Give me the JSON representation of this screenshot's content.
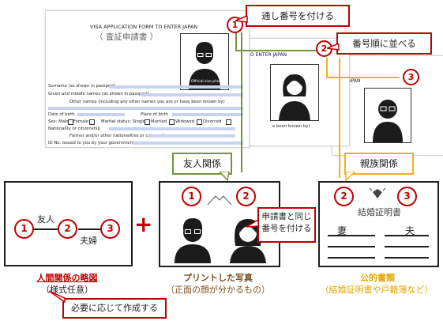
{
  "form_main": {
    "title": "VISA APPLICATION FORM TO ENTER JAPAN",
    "subtitle": "（ 査証申請書 ）",
    "photo_caption": "Official size photo",
    "fields": [
      "Surname (as shown in passport)",
      "Given and middle names (as shown in passport)",
      "Other names (including any other names you are or have been known by)",
      "Date of birth",
      "Place of birth",
      "Sex: Male",
      "Female",
      "Marital status: Single",
      "Married",
      "Widowed",
      "Divorced",
      "Nationality or citizenship",
      "Former and/or other nationalities or citizenships",
      "ID No. issued to you by your government"
    ]
  },
  "form_second": {
    "title_fragment": "O ENTER JAPAN",
    "field_fragment": "e been known by)"
  },
  "form_third": {
    "title_fragment": "ER JAPAN"
  },
  "callouts": {
    "serial": "通し番号を付ける",
    "order": "番号順に並べる",
    "same_number": "申請書と同じ\n番号を付ける",
    "optional_make": "必要に応じて作成する"
  },
  "tags": {
    "friend": "友人関係",
    "relative": "親族関係"
  },
  "numbers": [
    "1",
    "2",
    "3"
  ],
  "panel_left": {
    "friend_label": "友人",
    "couple_label": "夫婦"
  },
  "panel_right": {
    "doc_title": "結婚証明書",
    "wife": "妻",
    "husband": "夫"
  },
  "captions": {
    "left_main": "人間関係の略図",
    "left_sub": "（様式任意）",
    "center_main": "プリントした写真",
    "center_sub": "（正面の顔が分かるもの）",
    "right_main": "公的書類",
    "right_sub": "（結婚証明書や戸籍簿など）"
  },
  "plus_sign": "+",
  "colors": {
    "accent_red": "#c00000",
    "friend_green": "#76923c",
    "relative_gold": "#f2b01e",
    "caption_brown": "#7b4f1f",
    "caption_gold": "#e6a400"
  }
}
